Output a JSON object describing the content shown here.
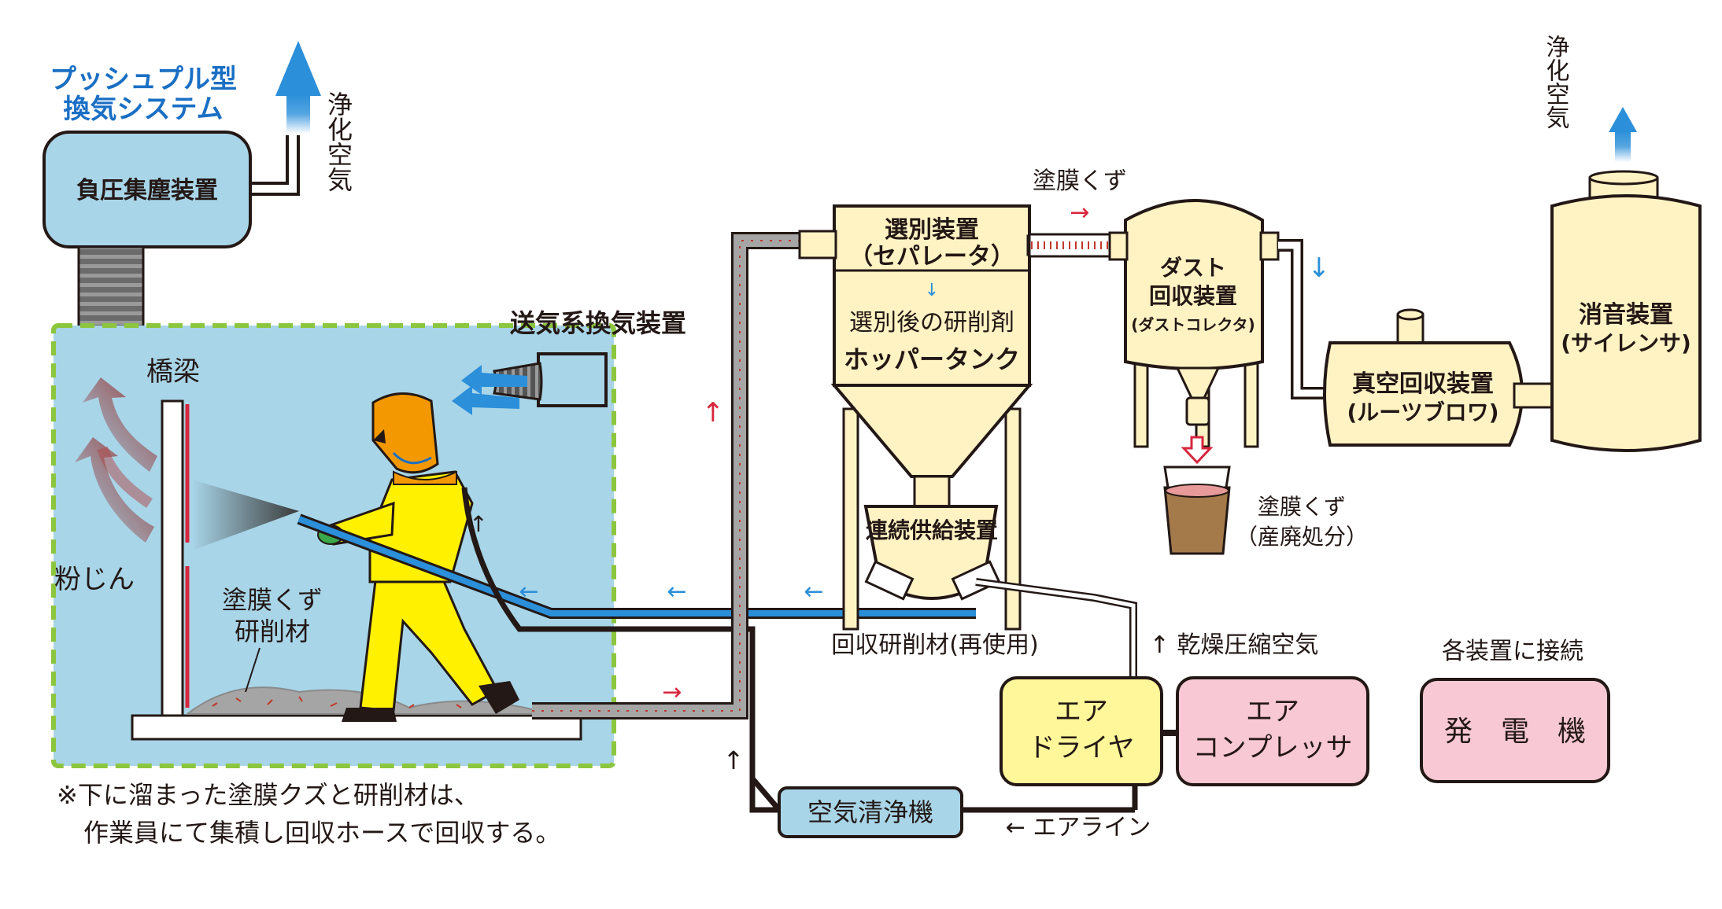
{
  "push_pull": {
    "line1": "プッシュプル型",
    "line2": "換気システム"
  },
  "negative_pressure": {
    "label": "負圧集塵装置"
  },
  "clean_air_left": {
    "label": "浄化空気"
  },
  "supply_ventilation": {
    "label": "送気系換気装置"
  },
  "bridge": {
    "label": "橋梁"
  },
  "dust": {
    "label": "粉じん"
  },
  "debris_left": {
    "line1": "塗膜くず",
    "line2": "研削材"
  },
  "footnote": {
    "line1": "※下に溜まった塗膜クズと研削材は、",
    "line2": "作業員にて集積し回収ホースで回収する。"
  },
  "separator": {
    "line1": "選別装置",
    "line2": "（セパレータ）"
  },
  "abrasive_after": {
    "label": "選別後の研削剤"
  },
  "hopper": {
    "label": "ホッパータンク"
  },
  "continuous_feed": {
    "label": "連続供給装置"
  },
  "recovered_abrasive": {
    "label": "回収研削材(再使用)"
  },
  "debris_top": {
    "label": "塗膜くず"
  },
  "dust_collector": {
    "line1": "ダスト",
    "line2": "回収装置",
    "line3": "(ダストコレクタ)"
  },
  "debris_waste": {
    "line1": "塗膜くず",
    "line2": "（産廃処分）"
  },
  "vacuum": {
    "line1": "真空回収装置",
    "line2": "(ルーツブロワ)"
  },
  "silencer": {
    "line1": "消音装置",
    "line2": "(サイレンサ)"
  },
  "clean_air_right": {
    "label": "浄化空気"
  },
  "dry_air": {
    "label": "↑ 乾燥圧縮空気"
  },
  "air_dryer": {
    "line1": "エア",
    "line2": "ドライヤ"
  },
  "air_compressor": {
    "line1": "エア",
    "line2": "コンプレッサ"
  },
  "connect_all": {
    "label": "各装置に接続"
  },
  "generator": {
    "label": "発　電　機"
  },
  "air_cleaner": {
    "label": "空気清浄機"
  },
  "air_line": {
    "label": "←  エアライン"
  },
  "colors": {
    "enclosure_fill": "#a8d5e8",
    "enclosure_border": "#8cc63f",
    "equipment_cream": "#fff3c4",
    "device_blue": "#a8d5e8",
    "pink_box": "#f8c8d4",
    "yellow_box": "#fff799",
    "red_arrow": "#d7263d",
    "blue_arrow": "#2b8fd9"
  }
}
